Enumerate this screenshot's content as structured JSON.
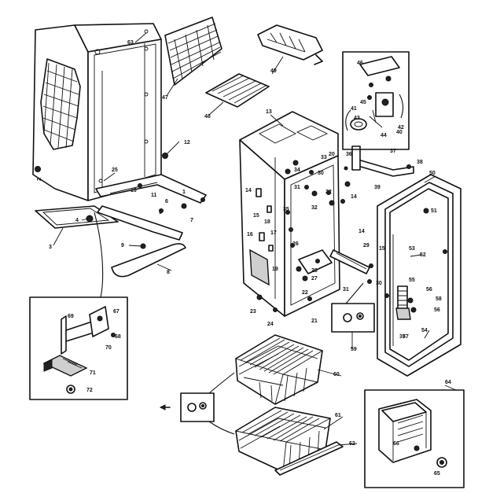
{
  "callouts": [
    {
      "id": "c1",
      "text": "1"
    },
    {
      "id": "c2",
      "text": "2"
    },
    {
      "id": "c3",
      "text": "3"
    },
    {
      "id": "c4",
      "text": "4"
    },
    {
      "id": "c5",
      "text": "5"
    },
    {
      "id": "c6",
      "text": "6"
    },
    {
      "id": "c7",
      "text": "7"
    },
    {
      "id": "c8",
      "text": "8"
    },
    {
      "id": "c9",
      "text": "9"
    },
    {
      "id": "c10",
      "text": "10"
    },
    {
      "id": "c11",
      "text": "11"
    },
    {
      "id": "c12",
      "text": "12"
    },
    {
      "id": "c13",
      "text": "13"
    },
    {
      "id": "c14a",
      "text": "14"
    },
    {
      "id": "c14b",
      "text": "14"
    },
    {
      "id": "c14c",
      "text": "14"
    },
    {
      "id": "c15a",
      "text": "15"
    },
    {
      "id": "c15b",
      "text": "15"
    },
    {
      "id": "c16",
      "text": "16"
    },
    {
      "id": "c17",
      "text": "17"
    },
    {
      "id": "c18",
      "text": "18"
    },
    {
      "id": "c19",
      "text": "19"
    },
    {
      "id": "c20",
      "text": "20"
    },
    {
      "id": "c21",
      "text": "21"
    },
    {
      "id": "c22a",
      "text": "22"
    },
    {
      "id": "c22b",
      "text": "22"
    },
    {
      "id": "c23",
      "text": "23"
    },
    {
      "id": "c24",
      "text": "24"
    },
    {
      "id": "c25",
      "text": "25"
    },
    {
      "id": "c26",
      "text": "26"
    },
    {
      "id": "c27",
      "text": "27"
    },
    {
      "id": "c28",
      "text": "28"
    },
    {
      "id": "c29",
      "text": "29"
    },
    {
      "id": "c30a",
      "text": "30"
    },
    {
      "id": "c30b",
      "text": "30"
    },
    {
      "id": "c31a",
      "text": "31"
    },
    {
      "id": "c31b",
      "text": "31"
    },
    {
      "id": "c32",
      "text": "32"
    },
    {
      "id": "c33",
      "text": "33"
    },
    {
      "id": "c34",
      "text": "34"
    },
    {
      "id": "c35",
      "text": "35"
    },
    {
      "id": "c36",
      "text": "36"
    },
    {
      "id": "c37a",
      "text": "37"
    },
    {
      "id": "c37b",
      "text": "37"
    },
    {
      "id": "c38",
      "text": "38"
    },
    {
      "id": "c39",
      "text": "39"
    },
    {
      "id": "c40",
      "text": "40"
    },
    {
      "id": "c41",
      "text": "41"
    },
    {
      "id": "c42",
      "text": "42"
    },
    {
      "id": "c43",
      "text": "43"
    },
    {
      "id": "c44",
      "text": "44"
    },
    {
      "id": "c45",
      "text": "45"
    },
    {
      "id": "c46",
      "text": "46"
    },
    {
      "id": "c47",
      "text": "47"
    },
    {
      "id": "c48",
      "text": "48"
    },
    {
      "id": "c49",
      "text": "49"
    },
    {
      "id": "c50",
      "text": "50"
    },
    {
      "id": "c51",
      "text": "51"
    },
    {
      "id": "c52",
      "text": "52"
    },
    {
      "id": "c53",
      "text": "53"
    },
    {
      "id": "c54",
      "text": "54"
    },
    {
      "id": "c55",
      "text": "55"
    },
    {
      "id": "c56a",
      "text": "56"
    },
    {
      "id": "c56b",
      "text": "56"
    },
    {
      "id": "c57",
      "text": "57"
    },
    {
      "id": "c58",
      "text": "58"
    },
    {
      "id": "c59",
      "text": "59"
    },
    {
      "id": "c60",
      "text": "60"
    },
    {
      "id": "c61",
      "text": "61"
    },
    {
      "id": "c62",
      "text": "62"
    },
    {
      "id": "c63",
      "text": "63"
    },
    {
      "id": "c64",
      "text": "64"
    },
    {
      "id": "c65",
      "text": "65"
    },
    {
      "id": "c66",
      "text": "66"
    },
    {
      "id": "c67",
      "text": "67"
    },
    {
      "id": "c68",
      "text": "68"
    },
    {
      "id": "c69",
      "text": "69"
    },
    {
      "id": "c70",
      "text": "70"
    },
    {
      "id": "c71",
      "text": "71"
    },
    {
      "id": "c72",
      "text": "72"
    }
  ]
}
